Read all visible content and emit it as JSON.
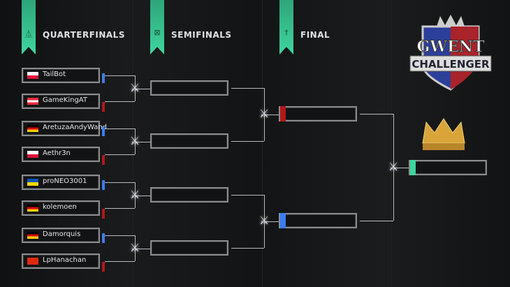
{
  "rounds": [
    {
      "label": "QUARTERFINALS",
      "icon": "crossbow-icon"
    },
    {
      "label": "SEMIFINALS",
      "icon": "bow-icon"
    },
    {
      "label": "FINAL",
      "icon": "sword-icon"
    }
  ],
  "logo": {
    "line1": "GWENT",
    "line2": "CHALLENGER"
  },
  "quarterfinals": [
    {
      "name": "TailBot",
      "flag": "poland",
      "side": "blue"
    },
    {
      "name": "GameKingAT",
      "flag": "austria",
      "side": "red"
    },
    {
      "name": "AretuzaAndyWand",
      "flag": "germany",
      "side": "blue"
    },
    {
      "name": "Aethr3n",
      "flag": "poland",
      "side": "red"
    },
    {
      "name": "proNEO3001",
      "flag": "ukraine",
      "side": "blue"
    },
    {
      "name": "kolemoen",
      "flag": "germany",
      "side": "red"
    },
    {
      "name": "Damorquis",
      "flag": "germany",
      "side": "blue"
    },
    {
      "name": "LpHanachan",
      "flag": "china",
      "side": "red"
    }
  ],
  "colors": {
    "accent": "#3fd6a0",
    "blue": "#3a7df0",
    "red": "#b01818"
  }
}
